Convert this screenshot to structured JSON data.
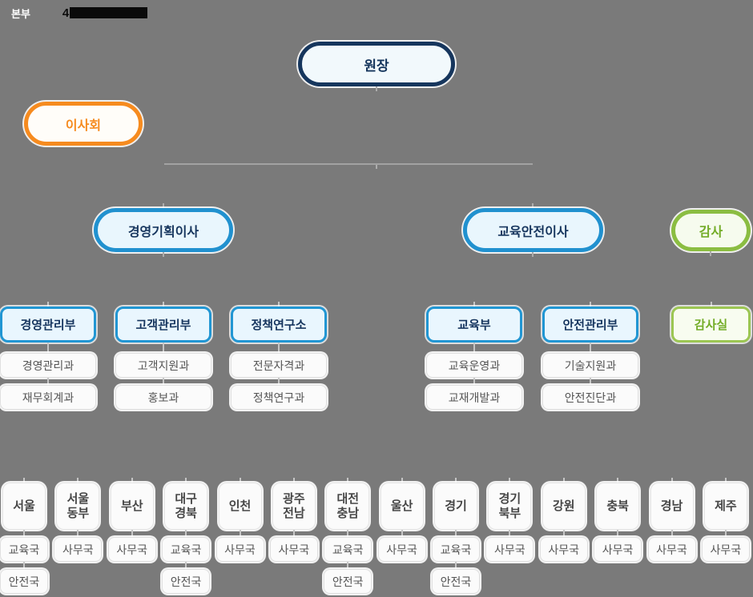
{
  "header": {
    "label": "본부",
    "count_prefix": "4"
  },
  "nodes": {
    "director": {
      "label": "원장"
    },
    "board": {
      "label": "이사회"
    },
    "executives": [
      {
        "label": "경영기획이사"
      },
      {
        "label": "교육안전이사"
      },
      {
        "label": "감사"
      }
    ],
    "departments": [
      {
        "label": "경영관리부",
        "teams": [
          "경영관리과",
          "재무회계과"
        ]
      },
      {
        "label": "고객관리부",
        "teams": [
          "고객지원과",
          "홍보과"
        ]
      },
      {
        "label": "정책연구소",
        "teams": [
          "전문자격과",
          "정책연구과"
        ]
      },
      {
        "label": "교육부",
        "teams": [
          "교육운영과",
          "교재개발과"
        ]
      },
      {
        "label": "안전관리부",
        "teams": [
          "기술지원과",
          "안전진단과"
        ]
      },
      {
        "label": "감사실",
        "teams": []
      }
    ],
    "regions": [
      {
        "label": "서울",
        "offices": [
          "교육국",
          "안전국"
        ]
      },
      {
        "label": "서울\n동부",
        "offices": [
          "사무국"
        ]
      },
      {
        "label": "부산",
        "offices": [
          "사무국"
        ]
      },
      {
        "label": "대구\n경북",
        "offices": [
          "교육국",
          "안전국"
        ]
      },
      {
        "label": "인천",
        "offices": [
          "사무국"
        ]
      },
      {
        "label": "광주\n전남",
        "offices": [
          "사무국"
        ]
      },
      {
        "label": "대전\n충남",
        "offices": [
          "교육국",
          "안전국"
        ]
      },
      {
        "label": "울산",
        "offices": [
          "사무국"
        ]
      },
      {
        "label": "경기",
        "offices": [
          "교육국",
          "안전국"
        ]
      },
      {
        "label": "경기\n북부",
        "offices": [
          "사무국"
        ]
      },
      {
        "label": "강원",
        "offices": [
          "사무국"
        ]
      },
      {
        "label": "충북",
        "offices": [
          "사무국"
        ]
      },
      {
        "label": "경남",
        "offices": [
          "사무국"
        ]
      },
      {
        "label": "제주",
        "offices": [
          "사무국"
        ]
      }
    ]
  },
  "colors": {
    "background": "#7a7a7a",
    "navy": "#16365d",
    "blue": "#2191cf",
    "orange": "#f68b1f",
    "green_border": "#8bbd42",
    "green_text": "#73ac27",
    "line": "#a2a2a2"
  }
}
